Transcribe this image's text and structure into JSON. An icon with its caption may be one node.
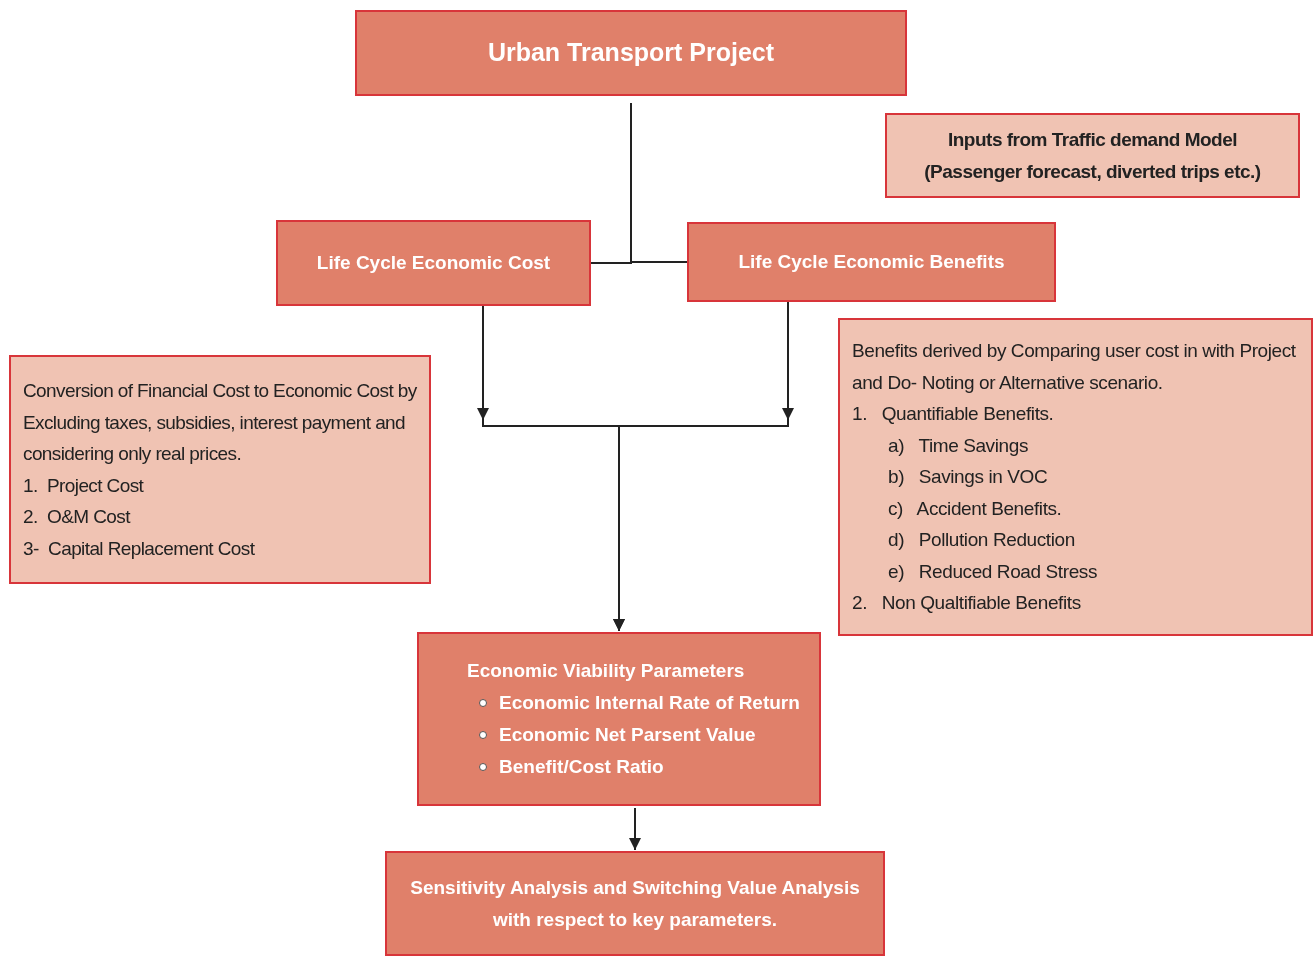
{
  "diagram": {
    "nodes": [
      {
        "text": [
          "Urban Transport Project"
        ]
      },
      {
        "text": [
          "Inputs from Traffic demand Model",
          "(Passenger forecast, diverted trips etc.)"
        ]
      },
      {
        "text": [
          "Life Cycle Economic Cost"
        ]
      },
      {
        "text": [
          "Life Cycle Economic Benefits"
        ]
      },
      {
        "text": [
          "Conversion of Financial Cost to Economic Cost by Excluding taxes, subsidies, interest payment and considering only real prices.",
          "1.  Project Cost",
          "2.  O&M Cost",
          "3-  Capital Replacement Cost"
        ]
      },
      {
        "text": [
          "Benefits derived by Comparing user cost in with Project and Do- Noting or Alternative scenario.",
          "1.   Quantifiable Benefits.",
          "a)   Time Savings",
          "b)   Savings in VOC",
          "c)   Accident Benefits.",
          "d)   Pollution Reduction",
          "e)   Reduced Road Stress",
          "2.   Non Qualtifiable Benefits"
        ]
      },
      {
        "text": [
          "Economic Viability Parameters",
          "Economic Internal Rate of Return",
          "Economic Net Parsent Value",
          "Benefit/Cost Ratio"
        ]
      },
      {
        "text": [
          "Sensitivity Analysis and Switching Value Analysis with respect to key parameters."
        ]
      }
    ],
    "edges": [
      {
        "from": 0,
        "to": 2,
        "arrow": "none"
      },
      {
        "from": 0,
        "to": 3,
        "arrow": "none"
      },
      {
        "from": 2,
        "to": 6,
        "arrow": "to"
      },
      {
        "from": 3,
        "to": 6,
        "arrow": "to"
      },
      {
        "from": 6,
        "to": 7,
        "arrow": "to"
      }
    ]
  }
}
